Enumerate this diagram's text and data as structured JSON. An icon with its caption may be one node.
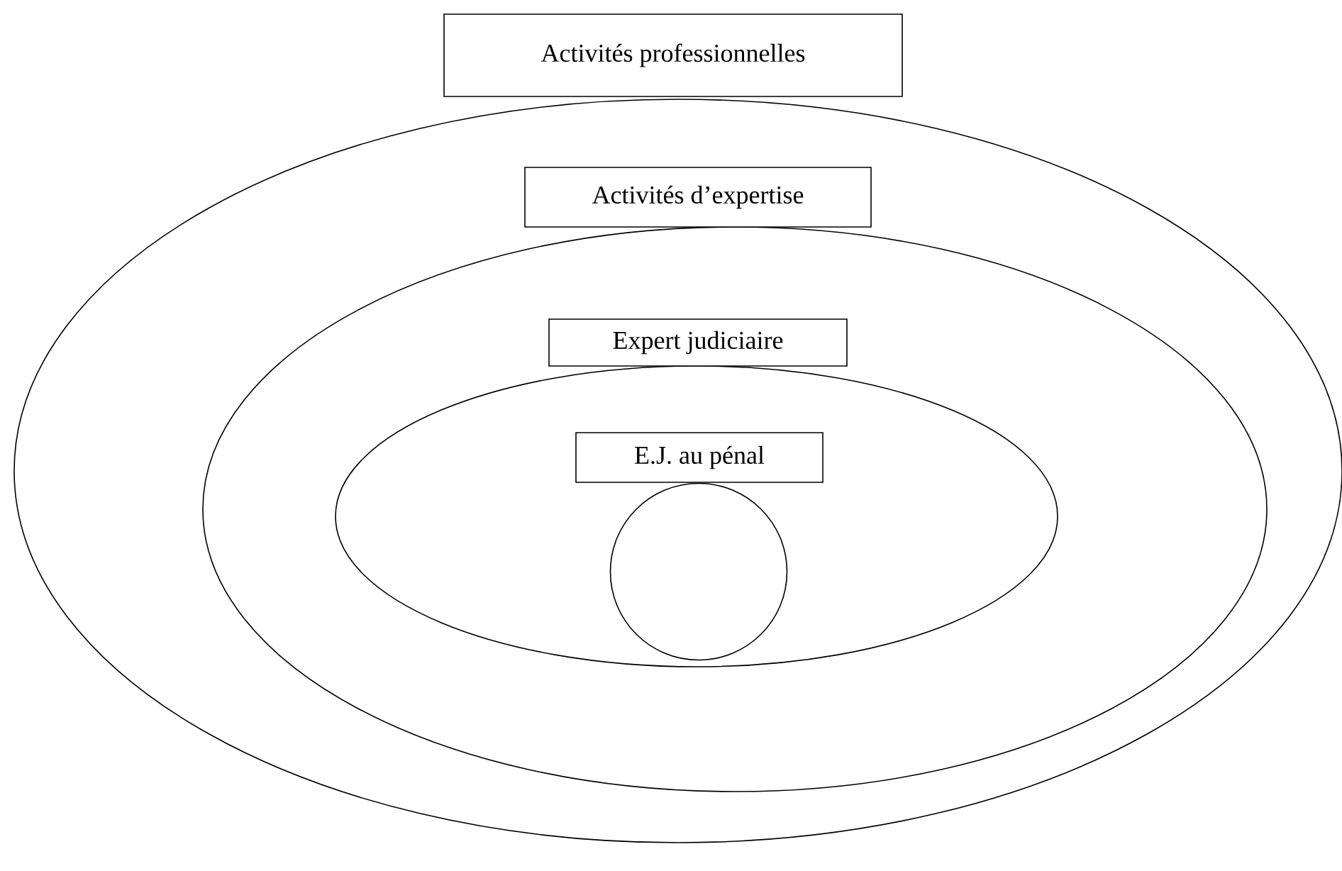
{
  "diagram": {
    "nodes": [
      {
        "text": [
          "Activités professionnelles"
        ]
      },
      {
        "text": [],
        "shape": "ellipse"
      },
      {
        "text": [
          "Activités d’expertise"
        ],
        "in": 1
      },
      {
        "text": [],
        "shape": "ellipse",
        "in": 1
      },
      {
        "text": [
          "Expert judiciaire"
        ],
        "in": 3
      },
      {
        "text": [],
        "shape": "ellipse",
        "in": 3
      },
      {
        "text": [
          "E.J. au pénal"
        ],
        "in": 5
      },
      {
        "text": [],
        "shape": "circle",
        "in": 5
      }
    ]
  }
}
